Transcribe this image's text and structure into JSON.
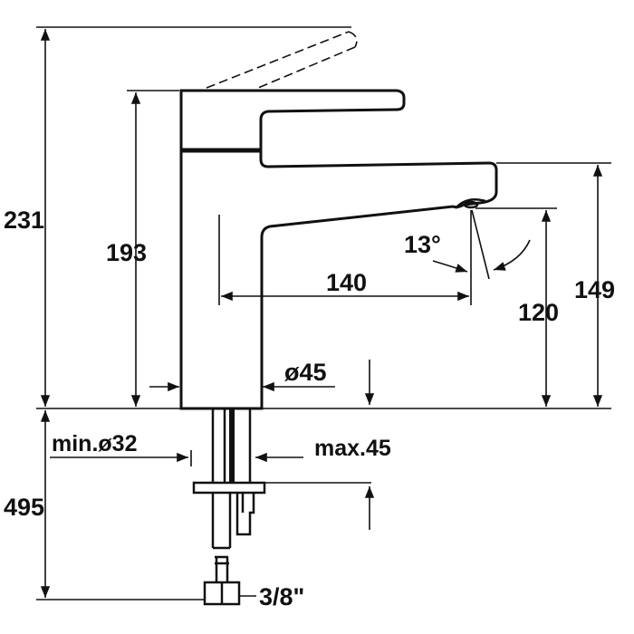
{
  "drawing": {
    "colors": {
      "line": "#111111",
      "background": "#ffffff"
    },
    "dimensions": {
      "total_height": "231",
      "body_height": "193",
      "spout_top_height": "149",
      "spout_outlet_height": "120",
      "spout_reach": "140",
      "spout_angle": "13°",
      "body_diameter": "ø45",
      "hole_min_diameter": "min.ø32",
      "max_deck_thickness": "max.45",
      "below_deck_length": "495",
      "connection_thread": "3/8\""
    }
  }
}
